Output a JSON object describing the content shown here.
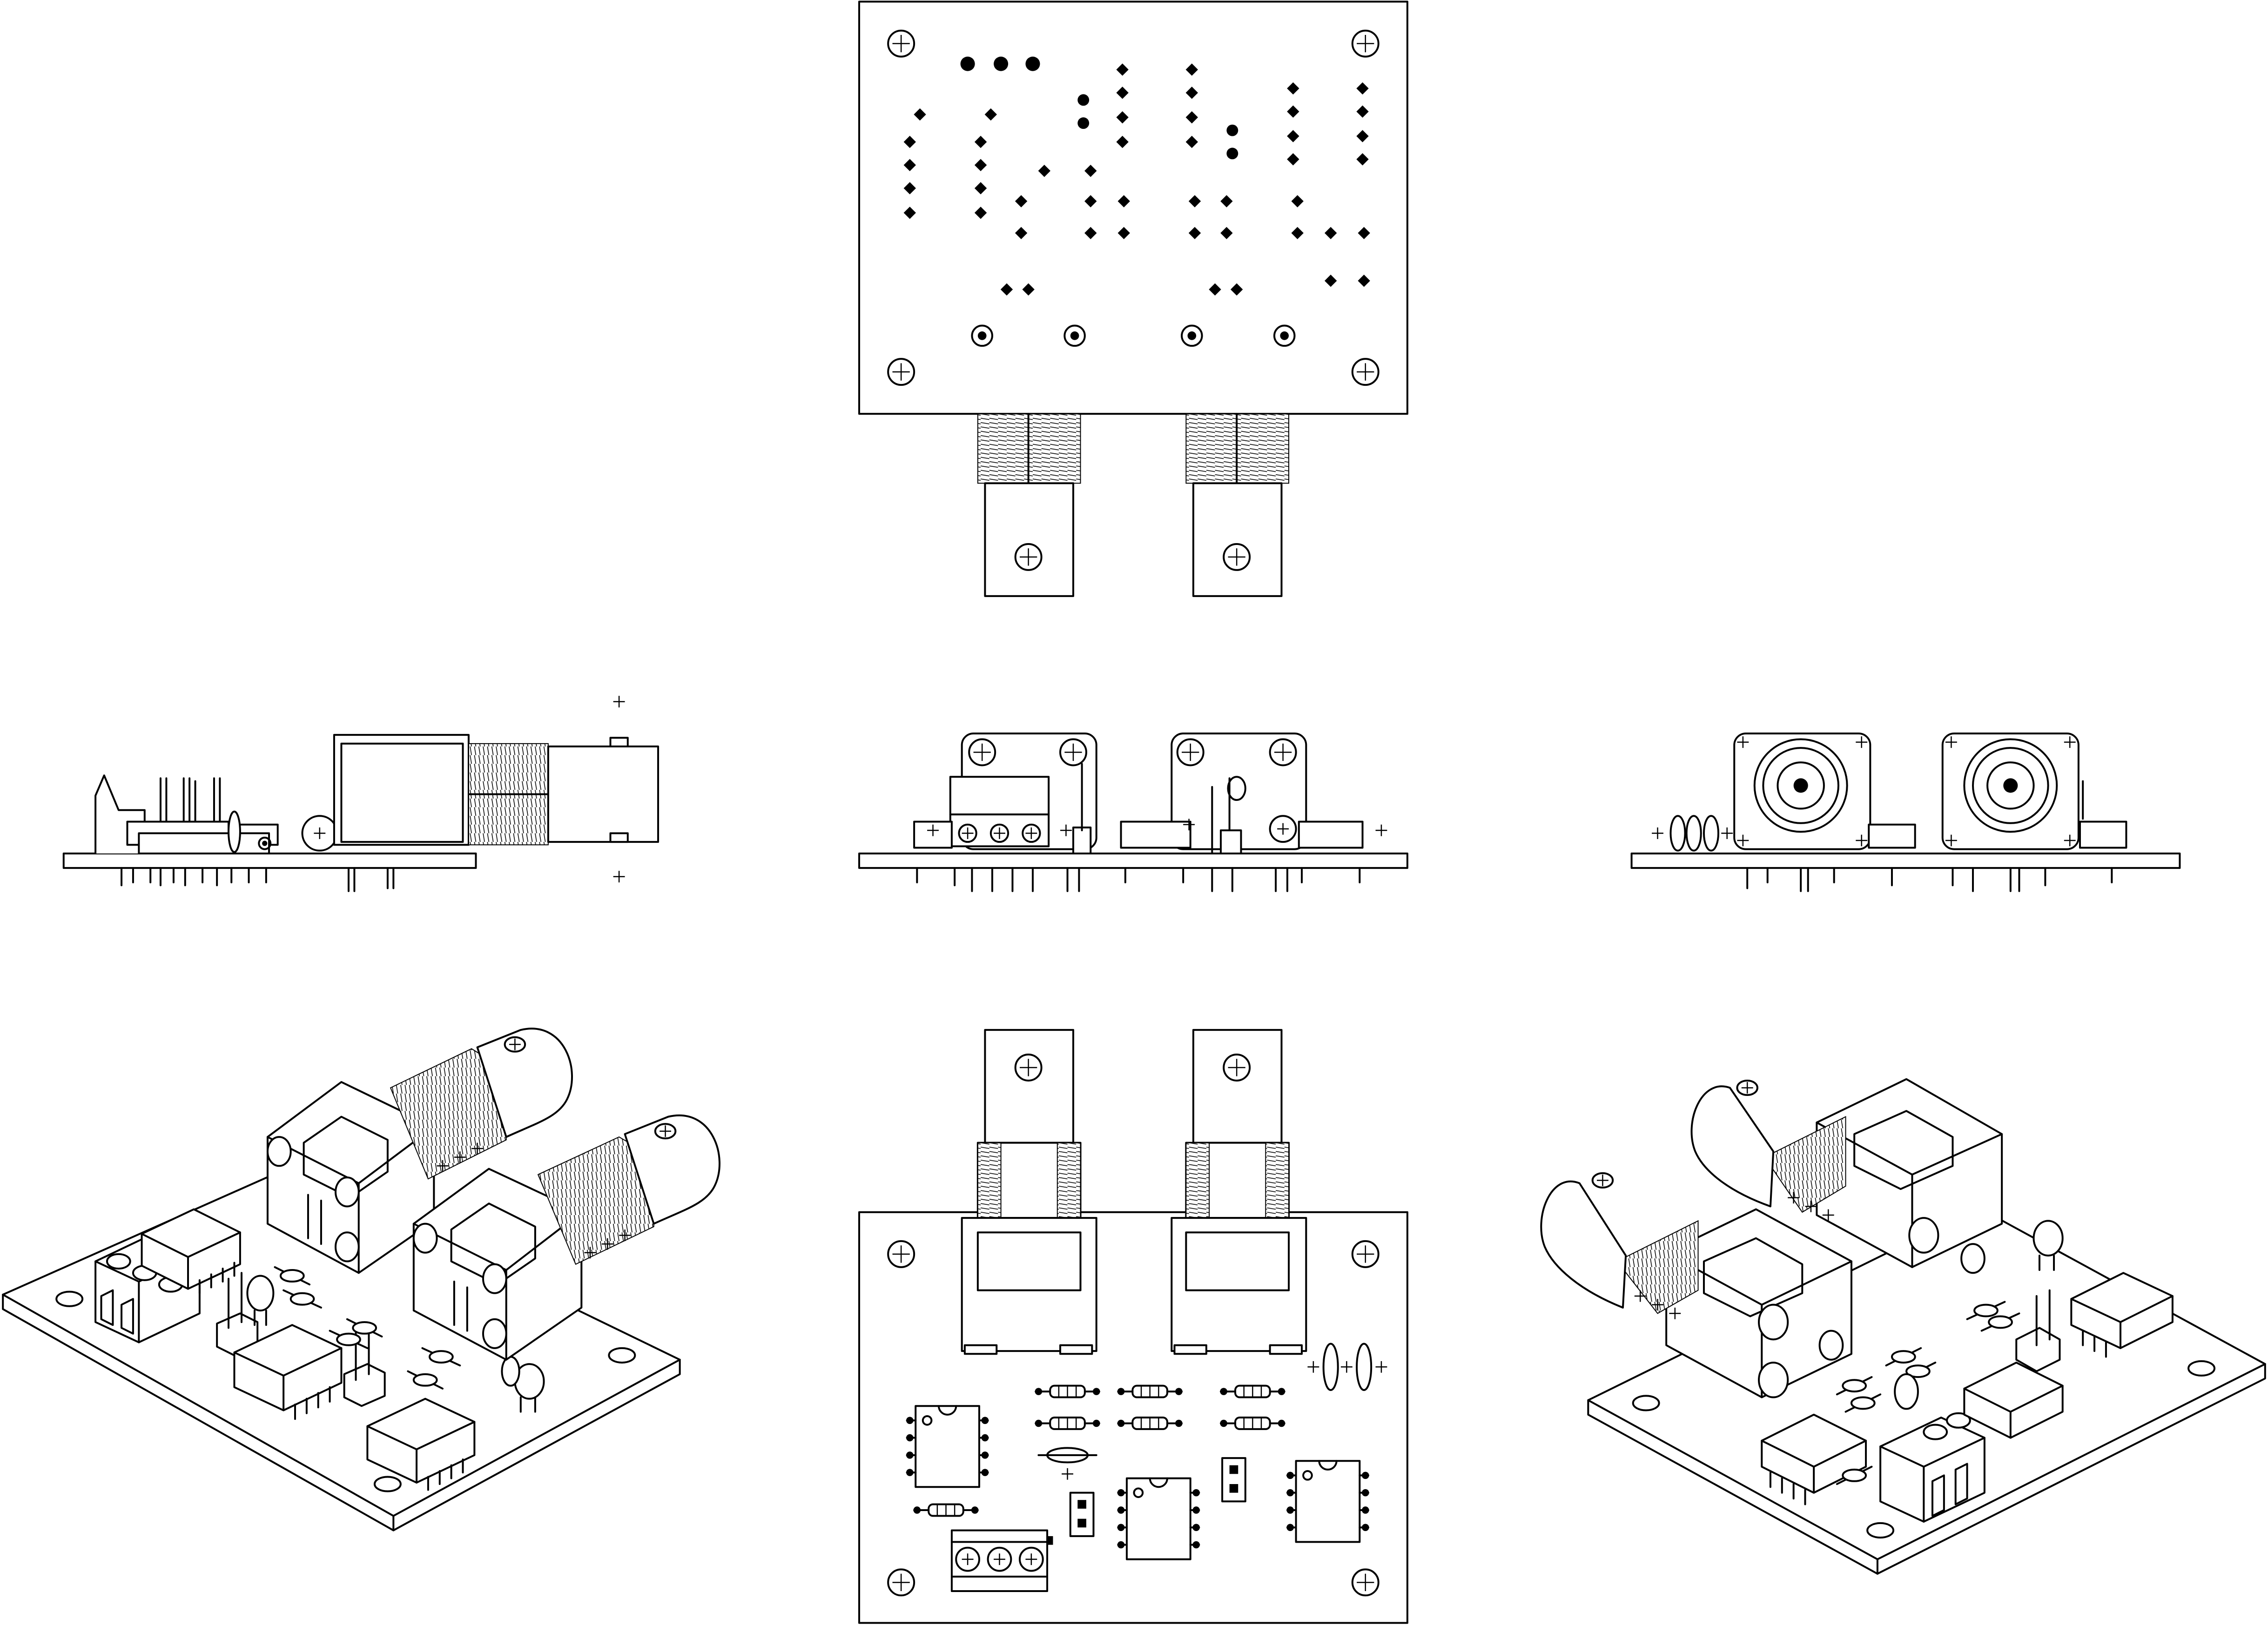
{
  "drawing": {
    "kind": "multi-view technical line drawing of a PCB assembly with two BNC connectors",
    "background": "#ffffff",
    "line_color": "#000000",
    "views": [
      {
        "id": "bottom",
        "label": ""
      },
      {
        "id": "side-left",
        "label": ""
      },
      {
        "id": "front",
        "label": ""
      },
      {
        "id": "back",
        "label": ""
      },
      {
        "id": "iso-left",
        "label": ""
      },
      {
        "id": "top",
        "label": ""
      },
      {
        "id": "iso-right",
        "label": ""
      }
    ],
    "components": [
      "bnc-connector",
      "bnc-connector",
      "ic-dip8",
      "ic-dip8",
      "ic-dip8",
      "terminal-block-3",
      "pin-header",
      "pin-header",
      "resistor",
      "capacitor",
      "transistor"
    ]
  }
}
